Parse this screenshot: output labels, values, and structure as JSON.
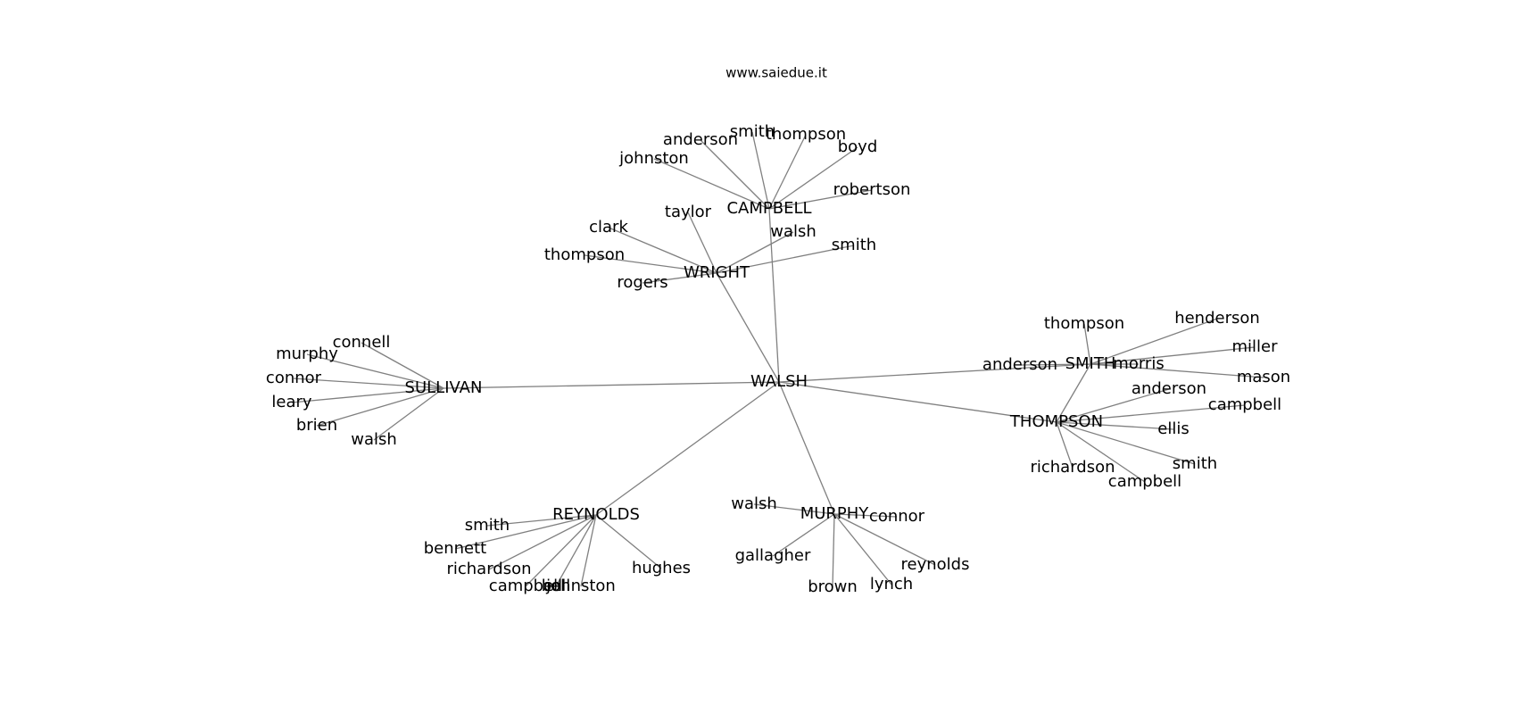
{
  "title": "www.saiedue.it",
  "colors": {
    "edge": "#808080",
    "text": "#000000",
    "background": "#ffffff"
  },
  "nodes": [
    {
      "id": "walsh_hub",
      "label": "WALSH",
      "hub": true
    },
    {
      "id": "campbell_hub",
      "label": "CAMPBELL",
      "hub": true
    },
    {
      "id": "wright_hub",
      "label": "WRIGHT",
      "hub": true
    },
    {
      "id": "sullivan_hub",
      "label": "SULLIVAN",
      "hub": true
    },
    {
      "id": "smith_hub",
      "label": "SMITH",
      "hub": true
    },
    {
      "id": "thompson_hub",
      "label": "THOMPSON",
      "hub": true
    },
    {
      "id": "reynolds_hub",
      "label": "REYNOLDS",
      "hub": true
    },
    {
      "id": "murphy_hub",
      "label": "MURPHY",
      "hub": true
    },
    {
      "id": "c_anderson",
      "label": "anderson"
    },
    {
      "id": "c_smith",
      "label": "smith"
    },
    {
      "id": "c_thompson",
      "label": "thompson"
    },
    {
      "id": "c_boyd",
      "label": "boyd"
    },
    {
      "id": "c_johnston",
      "label": "johnston"
    },
    {
      "id": "c_robertson",
      "label": "robertson"
    },
    {
      "id": "w_taylor",
      "label": "taylor"
    },
    {
      "id": "w_clark",
      "label": "clark"
    },
    {
      "id": "w_thompson",
      "label": "thompson"
    },
    {
      "id": "w_rogers",
      "label": "rogers"
    },
    {
      "id": "w_walsh",
      "label": "walsh"
    },
    {
      "id": "w_smith",
      "label": "smith"
    },
    {
      "id": "s_connell",
      "label": "connell"
    },
    {
      "id": "s_murphy",
      "label": "murphy"
    },
    {
      "id": "s_connor",
      "label": "connor"
    },
    {
      "id": "s_leary",
      "label": "leary"
    },
    {
      "id": "s_brien",
      "label": "brien"
    },
    {
      "id": "s_walsh",
      "label": "walsh"
    },
    {
      "id": "sm_thompson",
      "label": "thompson"
    },
    {
      "id": "sm_henderson",
      "label": "henderson"
    },
    {
      "id": "sm_miller",
      "label": "miller"
    },
    {
      "id": "sm_mason",
      "label": "mason"
    },
    {
      "id": "sm_morris",
      "label": "morris"
    },
    {
      "id": "sm_anderson",
      "label": "anderson"
    },
    {
      "id": "t_anderson",
      "label": "anderson"
    },
    {
      "id": "t_campbell",
      "label": "campbell"
    },
    {
      "id": "t_ellis",
      "label": "ellis"
    },
    {
      "id": "t_smith",
      "label": "smith"
    },
    {
      "id": "t_richardson",
      "label": "richardson"
    },
    {
      "id": "t_campbell2",
      "label": "campbell"
    },
    {
      "id": "r_smith",
      "label": "smith"
    },
    {
      "id": "r_bennett",
      "label": "bennett"
    },
    {
      "id": "r_richardson",
      "label": "richardson"
    },
    {
      "id": "r_campbell",
      "label": "campbell"
    },
    {
      "id": "r_johnston",
      "label": "johnston"
    },
    {
      "id": "r_hughes",
      "label": "hughes"
    },
    {
      "id": "r_bell",
      "label": "bell"
    },
    {
      "id": "m_walsh",
      "label": "walsh"
    },
    {
      "id": "m_connor",
      "label": "connor"
    },
    {
      "id": "m_gallagher",
      "label": "gallagher"
    },
    {
      "id": "m_reynolds",
      "label": "reynolds"
    },
    {
      "id": "m_brown",
      "label": "brown"
    },
    {
      "id": "m_lynch",
      "label": "lynch"
    }
  ],
  "edges": [
    [
      "walsh_hub",
      "wright_hub"
    ],
    [
      "walsh_hub",
      "campbell_hub"
    ],
    [
      "walsh_hub",
      "sullivan_hub"
    ],
    [
      "walsh_hub",
      "smith_hub"
    ],
    [
      "walsh_hub",
      "thompson_hub"
    ],
    [
      "walsh_hub",
      "reynolds_hub"
    ],
    [
      "walsh_hub",
      "murphy_hub"
    ],
    [
      "campbell_hub",
      "c_johnston"
    ],
    [
      "campbell_hub",
      "c_anderson"
    ],
    [
      "campbell_hub",
      "c_smith"
    ],
    [
      "campbell_hub",
      "c_thompson"
    ],
    [
      "campbell_hub",
      "c_boyd"
    ],
    [
      "campbell_hub",
      "c_robertson"
    ],
    [
      "wright_hub",
      "w_taylor"
    ],
    [
      "wright_hub",
      "w_clark"
    ],
    [
      "wright_hub",
      "w_thompson"
    ],
    [
      "wright_hub",
      "w_rogers"
    ],
    [
      "wright_hub",
      "w_walsh"
    ],
    [
      "wright_hub",
      "w_smith"
    ],
    [
      "sullivan_hub",
      "s_connell"
    ],
    [
      "sullivan_hub",
      "s_murphy"
    ],
    [
      "sullivan_hub",
      "s_connor"
    ],
    [
      "sullivan_hub",
      "s_leary"
    ],
    [
      "sullivan_hub",
      "s_brien"
    ],
    [
      "sullivan_hub",
      "s_walsh"
    ],
    [
      "smith_hub",
      "sm_thompson"
    ],
    [
      "smith_hub",
      "sm_henderson"
    ],
    [
      "smith_hub",
      "sm_miller"
    ],
    [
      "smith_hub",
      "sm_mason"
    ],
    [
      "smith_hub",
      "sm_morris"
    ],
    [
      "smith_hub",
      "sm_anderson"
    ],
    [
      "smith_hub",
      "thompson_hub"
    ],
    [
      "thompson_hub",
      "t_anderson"
    ],
    [
      "thompson_hub",
      "t_campbell"
    ],
    [
      "thompson_hub",
      "t_ellis"
    ],
    [
      "thompson_hub",
      "t_smith"
    ],
    [
      "thompson_hub",
      "t_richardson"
    ],
    [
      "thompson_hub",
      "t_campbell2"
    ],
    [
      "reynolds_hub",
      "r_smith"
    ],
    [
      "reynolds_hub",
      "r_bennett"
    ],
    [
      "reynolds_hub",
      "r_richardson"
    ],
    [
      "reynolds_hub",
      "r_campbell"
    ],
    [
      "reynolds_hub",
      "r_johnston"
    ],
    [
      "reynolds_hub",
      "r_hughes"
    ],
    [
      "reynolds_hub",
      "r_bell"
    ],
    [
      "murphy_hub",
      "m_walsh"
    ],
    [
      "murphy_hub",
      "m_connor"
    ],
    [
      "murphy_hub",
      "m_gallagher"
    ],
    [
      "murphy_hub",
      "m_reynolds"
    ],
    [
      "murphy_hub",
      "m_brown"
    ],
    [
      "murphy_hub",
      "m_lynch"
    ]
  ]
}
